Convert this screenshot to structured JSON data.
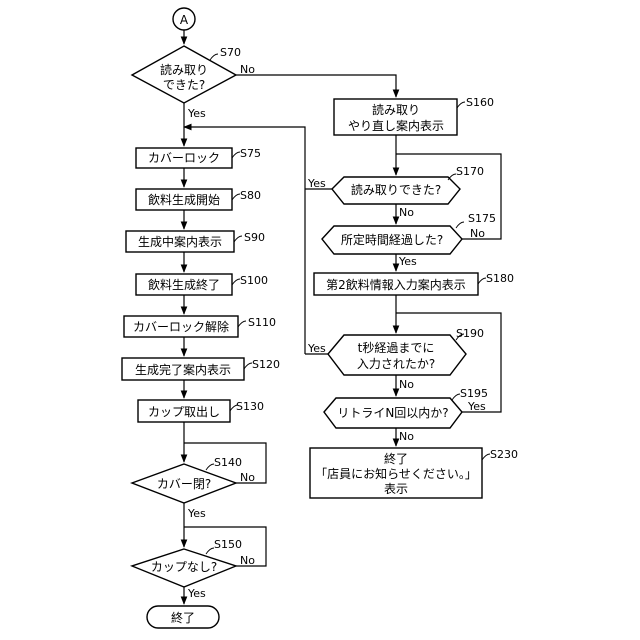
{
  "connector": {
    "label": "A"
  },
  "steps": {
    "s70": {
      "id": "S70",
      "line1": "読み取り",
      "line2": "できた?"
    },
    "s75": {
      "id": "S75",
      "text": "カバーロック"
    },
    "s80": {
      "id": "S80",
      "text": "飲料生成開始"
    },
    "s90": {
      "id": "S90",
      "text": "生成中案内表示"
    },
    "s100": {
      "id": "S100",
      "text": "飲料生成終了"
    },
    "s110": {
      "id": "S110",
      "text": "カバーロック解除"
    },
    "s120": {
      "id": "S120",
      "text": "生成完了案内表示"
    },
    "s130": {
      "id": "S130",
      "text": "カップ取出し"
    },
    "s140": {
      "id": "S140",
      "text": "カバー閉?"
    },
    "s150": {
      "id": "S150",
      "text": "カップなし?"
    },
    "end_left": {
      "text": "終了"
    },
    "s160": {
      "id": "S160",
      "line1": "読み取り",
      "line2": "やり直し案内表示"
    },
    "s170": {
      "id": "S170",
      "text": "読み取りできた?"
    },
    "s175": {
      "id": "S175",
      "text": "所定時間経過した?"
    },
    "s180": {
      "id": "S180",
      "text": "第2飲料情報入力案内表示"
    },
    "s190": {
      "id": "S190",
      "line1": "t秒経過までに",
      "line2": "入力されたか?"
    },
    "s195": {
      "id": "S195",
      "text": "リトライN回以内か?"
    },
    "s230": {
      "id": "S230",
      "line1": "終了",
      "line2": "「店員にお知らせください。」",
      "line3": "表示"
    }
  },
  "labels": {
    "yes": "Yes",
    "no": "No"
  }
}
